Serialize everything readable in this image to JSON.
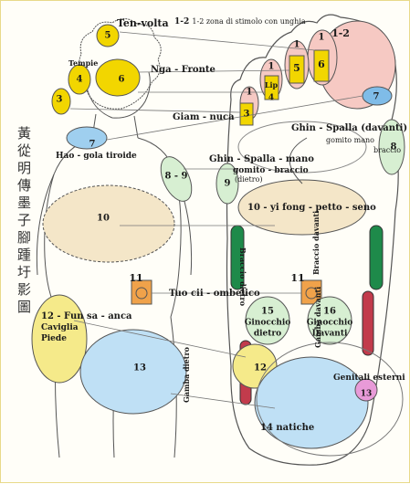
{
  "title": "1-2 zona di stimolo con unghia",
  "labels": {
    "ten_volta": "Ten-volta",
    "tempie": "Tempie",
    "nga_fronte": "Nga - Fronte",
    "giam_nuca": "Giam - nuca",
    "hao": "Hao - gola tiroide",
    "ghin_spalla_davanti": "Ghin - Spalla (davanti)",
    "gomito_mano": "gomito  mano",
    "braccio": "braccio",
    "ghin_spalla_mano": "Ghin - Spalla - mano",
    "gomito_braccio": "gomito - braccio",
    "dietro": "(dietro)",
    "yi_fong": "10 - yi fong - petto - seno",
    "tuo_cii": "Tuo cii - ombelico",
    "fun_sa": "12 - Fun sa - anca",
    "caviglia": "Caviglia",
    "piede": "Piede",
    "ginocchio_dietro_a": "Ginocchio",
    "ginocchio_dietro_b": "dietro",
    "ginocchio_davanti_a": "Ginocchio",
    "ginocchio_davanti_b": "Davanti",
    "braccio_dietro": "Braccio dietro",
    "braccio_davanti": "Braccio davanti",
    "gamba_davanti": "Gamba davanti",
    "gamba_dietro": "Gamba dietro",
    "genitali": "Genitali esterni",
    "natiche": "14 natiche",
    "lip": "Lip"
  },
  "numbers": {
    "n1": "1",
    "n2": "2",
    "n3": "3",
    "n4": "4",
    "n5": "5",
    "n6": "6",
    "n7": "7",
    "n8": "8",
    "n8_9": "8 - 9",
    "n9": "9",
    "n10": "10",
    "n11": "11",
    "n12": "12",
    "n13": "13",
    "n14": "14",
    "n15": "15",
    "n16": "16",
    "n1_2": "1-2"
  },
  "chinese_text": [
    "黃",
    "從",
    "明",
    "傳",
    "墨",
    "子",
    "腳",
    "踵",
    "圩",
    "影",
    "圖"
  ]
}
